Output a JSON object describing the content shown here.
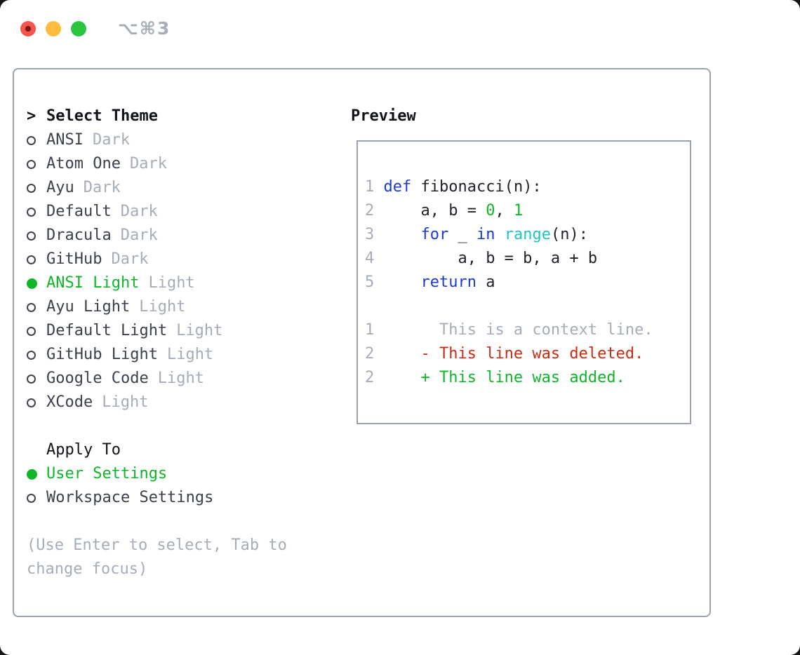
{
  "titlebar": {
    "title": "⌥⌘3",
    "buttons": [
      {
        "name": "close"
      },
      {
        "name": "minimize"
      },
      {
        "name": "zoom"
      }
    ]
  },
  "theme_selector": {
    "prompt": ">",
    "title": "Select Theme",
    "items": [
      {
        "name": "ANSI",
        "tag": "Dark",
        "selected": false
      },
      {
        "name": "Atom One",
        "tag": "Dark",
        "selected": false
      },
      {
        "name": "Ayu",
        "tag": "Dark",
        "selected": false
      },
      {
        "name": "Default",
        "tag": "Dark",
        "selected": false
      },
      {
        "name": "Dracula",
        "tag": "Dark",
        "selected": false
      },
      {
        "name": "GitHub",
        "tag": "Dark",
        "selected": false
      },
      {
        "name": "ANSI Light",
        "tag": "Light",
        "selected": true
      },
      {
        "name": "Ayu Light",
        "tag": "Light",
        "selected": false
      },
      {
        "name": "Default Light",
        "tag": "Light",
        "selected": false
      },
      {
        "name": "GitHub Light",
        "tag": "Light",
        "selected": false
      },
      {
        "name": "Google Code",
        "tag": "Light",
        "selected": false
      },
      {
        "name": "XCode",
        "tag": "Light",
        "selected": false
      }
    ]
  },
  "apply_to": {
    "title": "Apply To",
    "options": [
      {
        "name": "User Settings",
        "selected": true
      },
      {
        "name": "Workspace Settings",
        "selected": false
      }
    ]
  },
  "hint": {
    "lines": [
      "(Use Enter to select, Tab to",
      "change focus)"
    ]
  },
  "preview": {
    "title": "Preview",
    "code_lines": [
      {
        "num": "1",
        "segments": [
          {
            "t": "def",
            "c": "kw"
          },
          {
            "t": " fibonacci(n):",
            "c": "fg"
          }
        ]
      },
      {
        "num": "2",
        "segments": [
          {
            "t": "    a, b = ",
            "c": "fg"
          },
          {
            "t": "0",
            "c": "num"
          },
          {
            "t": ", ",
            "c": "fg"
          },
          {
            "t": "1",
            "c": "num"
          }
        ]
      },
      {
        "num": "3",
        "segments": [
          {
            "t": "    ",
            "c": "fg"
          },
          {
            "t": "for",
            "c": "kw"
          },
          {
            "t": " _ ",
            "c": "fg"
          },
          {
            "t": "in",
            "c": "kw"
          },
          {
            "t": " ",
            "c": "fg"
          },
          {
            "t": "range",
            "c": "builtin"
          },
          {
            "t": "(n):",
            "c": "fg"
          }
        ]
      },
      {
        "num": "4",
        "segments": [
          {
            "t": "        a, b = b, a + b",
            "c": "fg"
          }
        ]
      },
      {
        "num": "5",
        "segments": [
          {
            "t": "    ",
            "c": "fg"
          },
          {
            "t": "return",
            "c": "kw"
          },
          {
            "t": " a",
            "c": "fg"
          }
        ]
      },
      {
        "num": "",
        "segments": []
      },
      {
        "num": "1",
        "segments": [
          {
            "t": "      This is a context line.",
            "c": "ctx"
          }
        ]
      },
      {
        "num": "2",
        "segments": [
          {
            "t": "    - This line was deleted.",
            "c": "del"
          }
        ]
      },
      {
        "num": "2",
        "segments": [
          {
            "t": "    + This line was added.",
            "c": "add"
          }
        ]
      }
    ]
  },
  "colors": {
    "accent_green": "#10b62a",
    "diff_red": "#c62d12",
    "keyword_blue": "#1a3ad1",
    "builtin_cyan": "#20c4c4",
    "muted_gray": "#a5adb9",
    "border_gray": "#99a2ad",
    "text_dark": "#20242a",
    "item_text": "#3b414b",
    "traffic_red": "#f4554e",
    "traffic_red_dot": "#7f1511",
    "traffic_yellow": "#fcbd3e",
    "traffic_green": "#2dc53f"
  }
}
